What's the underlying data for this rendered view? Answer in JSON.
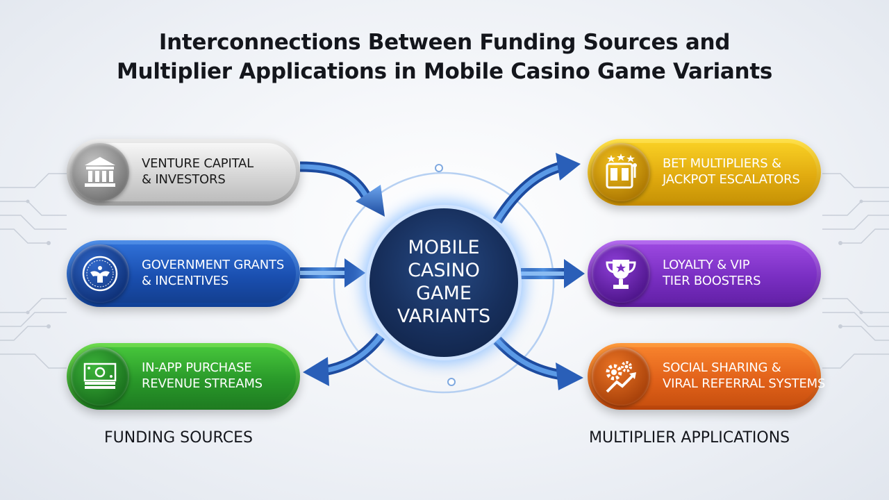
{
  "title": {
    "line1": "Interconnections Between Funding Sources and",
    "line2": "Multiplier Applications in Mobile Casino Game Variants"
  },
  "hub": {
    "lines": [
      "MOBILE",
      "CASINO",
      "GAME",
      "VARIANTS"
    ]
  },
  "funding_sources": {
    "heading": "FUNDING SOURCES",
    "items": [
      {
        "line1": "VENTURE CAPITAL",
        "line2": "& INVESTORS",
        "icon": "bank-building-icon",
        "color": "#bdbdbd"
      },
      {
        "line1": "GOVERNMENT GRANTS",
        "line2": "& INCENTIVES",
        "icon": "government-seal-icon",
        "color": "#1a4fb0"
      },
      {
        "line1": "IN-APP PURCHASE",
        "line2": "REVENUE STREAMS",
        "icon": "cash-stack-icon",
        "color": "#2a9a2a"
      }
    ]
  },
  "multiplier_applications": {
    "heading": "MULTIPLIER APPLICATIONS",
    "items": [
      {
        "line1": "BET MULTIPLIERS &",
        "line2": "JACKPOT ESCALATORS",
        "icon": "slot-machine-icon",
        "color": "#e2ac10"
      },
      {
        "line1": "LOYALTY & VIP",
        "line2": "TIER BOOSTERS",
        "icon": "trophy-icon",
        "color": "#7a2fc3"
      },
      {
        "line1": "SOCIAL SHARING &",
        "line2": "VIRAL REFERRAL SYSTEMS",
        "icon": "gears-growth-icon",
        "color": "#e2621a"
      }
    ]
  }
}
